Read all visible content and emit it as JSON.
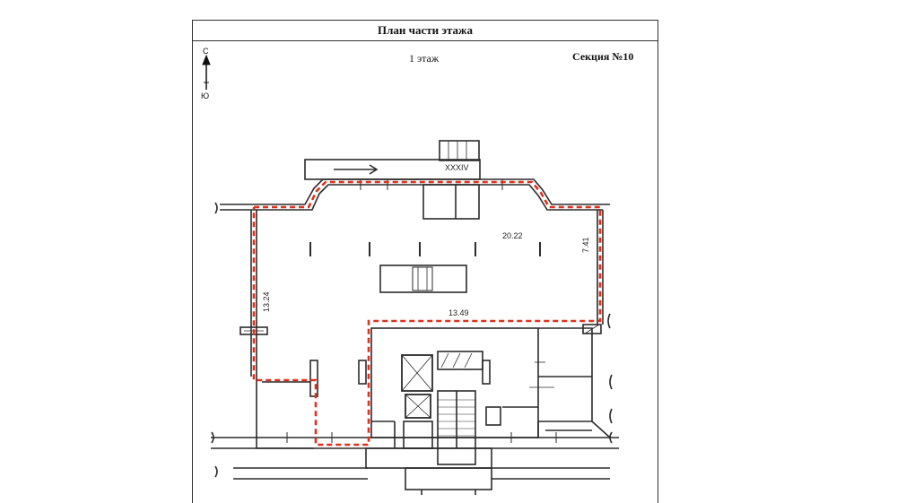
{
  "plan": {
    "title": "План части этажа",
    "floor": "1 этаж",
    "section": "Секция №10",
    "compass": {
      "north": "С",
      "south": "Ю"
    },
    "room_number": "XXXIV",
    "dimensions": {
      "top_width": "20.22",
      "right_height": "7.41",
      "left_height": "13.24",
      "inner_width": "13.49"
    }
  },
  "colors": {
    "line": "#2b2b2b",
    "boundary": "#e0301e"
  }
}
